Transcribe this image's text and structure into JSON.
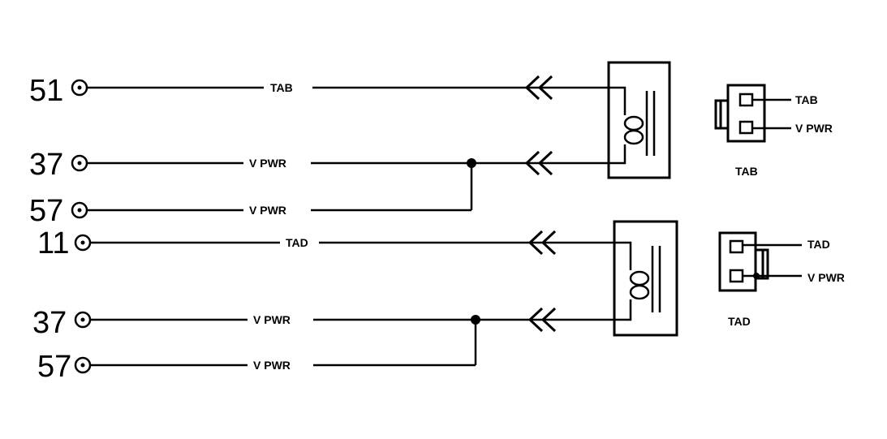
{
  "upper_circuit": {
    "pins": [
      {
        "number": "51",
        "wire": "TAB"
      },
      {
        "number": "37",
        "wire": "V PWR"
      },
      {
        "number": "57",
        "wire": "V PWR"
      }
    ],
    "connector": {
      "name": "TAB",
      "pins": [
        "TAB",
        "V PWR"
      ]
    }
  },
  "lower_circuit": {
    "pins": [
      {
        "number": "11",
        "wire": "TAD"
      },
      {
        "number": "37",
        "wire": "V PWR"
      },
      {
        "number": "57",
        "wire": "V PWR"
      }
    ],
    "connector": {
      "name": "TAD",
      "pins": [
        "TAD",
        "V PWR"
      ]
    }
  }
}
